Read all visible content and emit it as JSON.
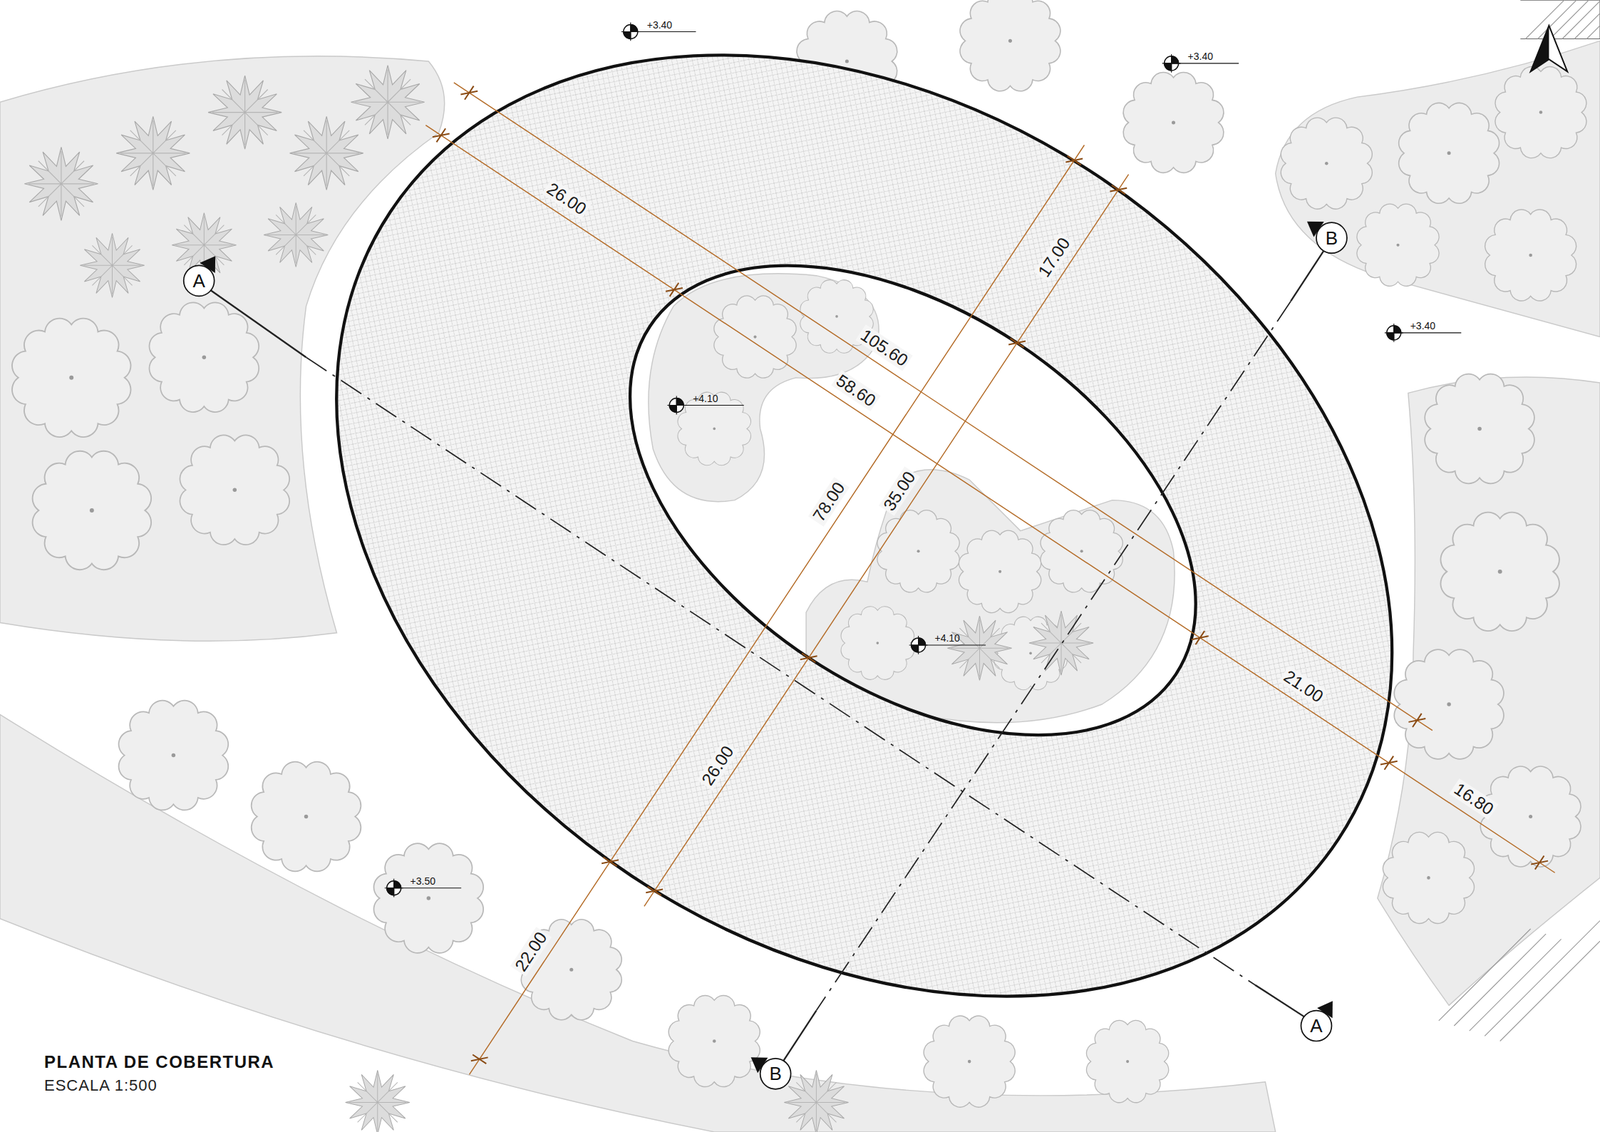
{
  "diagram": {
    "title": "PLANTA DE COBERTURA",
    "caption": "ESCALA 1:500",
    "labels": [
      "+3.40",
      "+3.40",
      "26.00",
      "17.00",
      "B",
      "A",
      "+3.40",
      "+4.10",
      "105.60",
      "58.60",
      "78.00",
      "35.00",
      "+4.10",
      "21.00",
      "16.80",
      "26.00",
      "+3.50",
      "22.00",
      "A",
      "B"
    ]
  }
}
